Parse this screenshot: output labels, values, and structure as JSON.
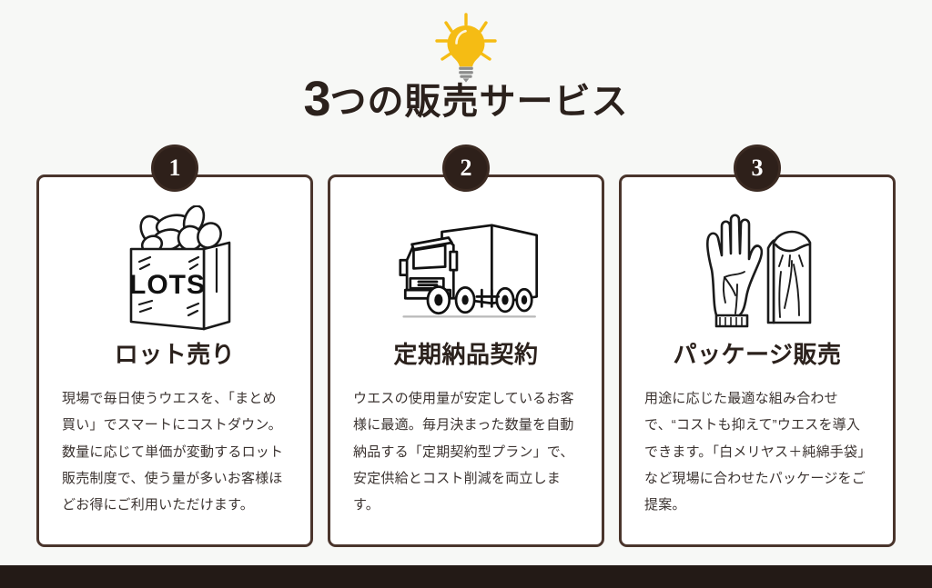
{
  "header": {
    "icon": "lightbulb-icon",
    "title_number": "3",
    "title_rest": "つの販売サービス",
    "title_full": "3つの販売サービス"
  },
  "colors": {
    "page_background": "#F7F8F6",
    "card_background": "#FFFFFF",
    "card_border": "#4A352C",
    "badge_background": "#2E201A",
    "badge_text": "#FFFFFF",
    "heading_text": "#2B211C",
    "body_text": "#3B3330",
    "bulb_yellow": "#F5BC14",
    "bulb_base_gray": "#8C8C8C",
    "bottom_bar": "#231A16",
    "illustration_stroke": "#1A1A1A"
  },
  "cards": [
    {
      "number": "1",
      "icon": "paper-bag-of-rags-icon",
      "bag_label": "LOTS",
      "title": "ロット売り",
      "body": "現場で毎日使うウエスを、「まとめ買い」でスマートにコストダウン。数量に応じて単価が変動するロット販売制度で、使う量が多いお客様ほどお得にご利用いただけます。"
    },
    {
      "number": "2",
      "icon": "delivery-truck-icon",
      "title": "定期納品契約",
      "body": "ウエスの使用量が安定しているお客様に最適。毎月決まった数量を自動納品する「定期契約型プラン」で、安定供給とコスト削減を両立します。"
    },
    {
      "number": "3",
      "icon": "glove-and-package-icon",
      "title": "パッケージ販売",
      "body": "用途に応じた最適な組み合わせで、“コストも抑えて”ウエスを導入できます。「白メリヤス＋純綿手袋」など現場に合わせたパッケージをご提案。"
    }
  ]
}
